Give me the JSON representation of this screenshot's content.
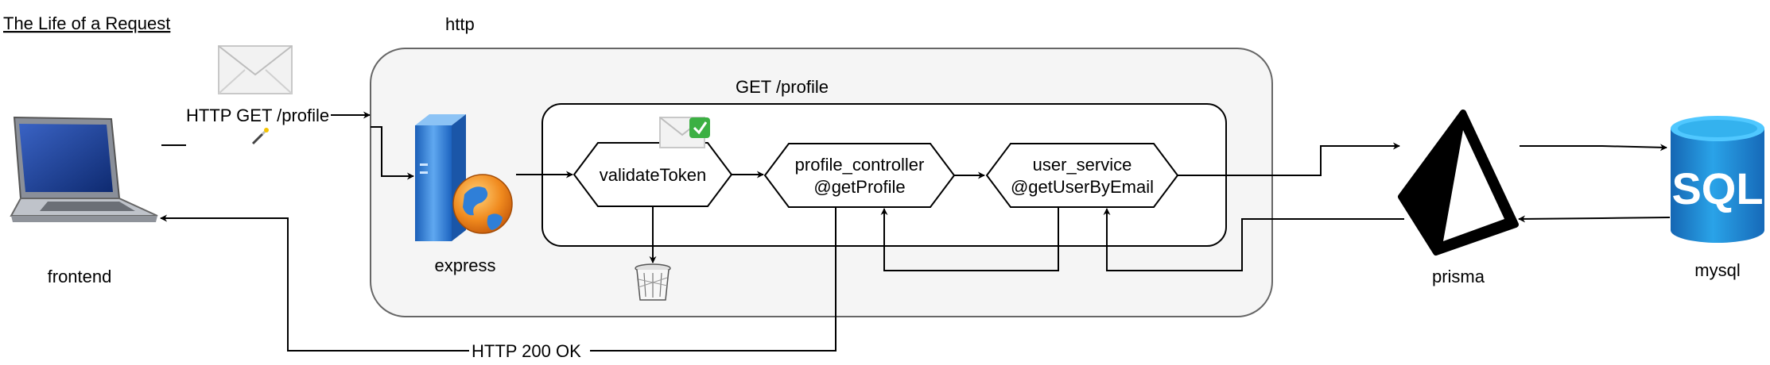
{
  "title": "The Life of a Request",
  "containers": {
    "http": "http",
    "get_profile": "GET /profile"
  },
  "nodes": {
    "frontend": "frontend",
    "express": "express",
    "validate_token": "validateToken",
    "profile_controller_line1": "profile_controller",
    "profile_controller_line2": "@getProfile",
    "user_service_line1": "user_service",
    "user_service_line2": "@getUserByEmail",
    "prisma": "prisma",
    "mysql": "mysql",
    "sql_badge": "SQL"
  },
  "edges": {
    "request": "HTTP GET /profile",
    "response": "HTTP 200 OK"
  },
  "colors": {
    "container_fill": "#f5f5f5",
    "container_stroke": "#666666",
    "server_blue": "#2f7fd8",
    "db_blue": "#1f8fd6",
    "badge_green": "#3cb043"
  },
  "icons": [
    "laptop-icon",
    "envelope-icon",
    "magic-wand-icon",
    "server-globe-icon",
    "envelope-check-icon",
    "trash-bin-icon",
    "prisma-logo-icon",
    "sql-database-icon"
  ]
}
